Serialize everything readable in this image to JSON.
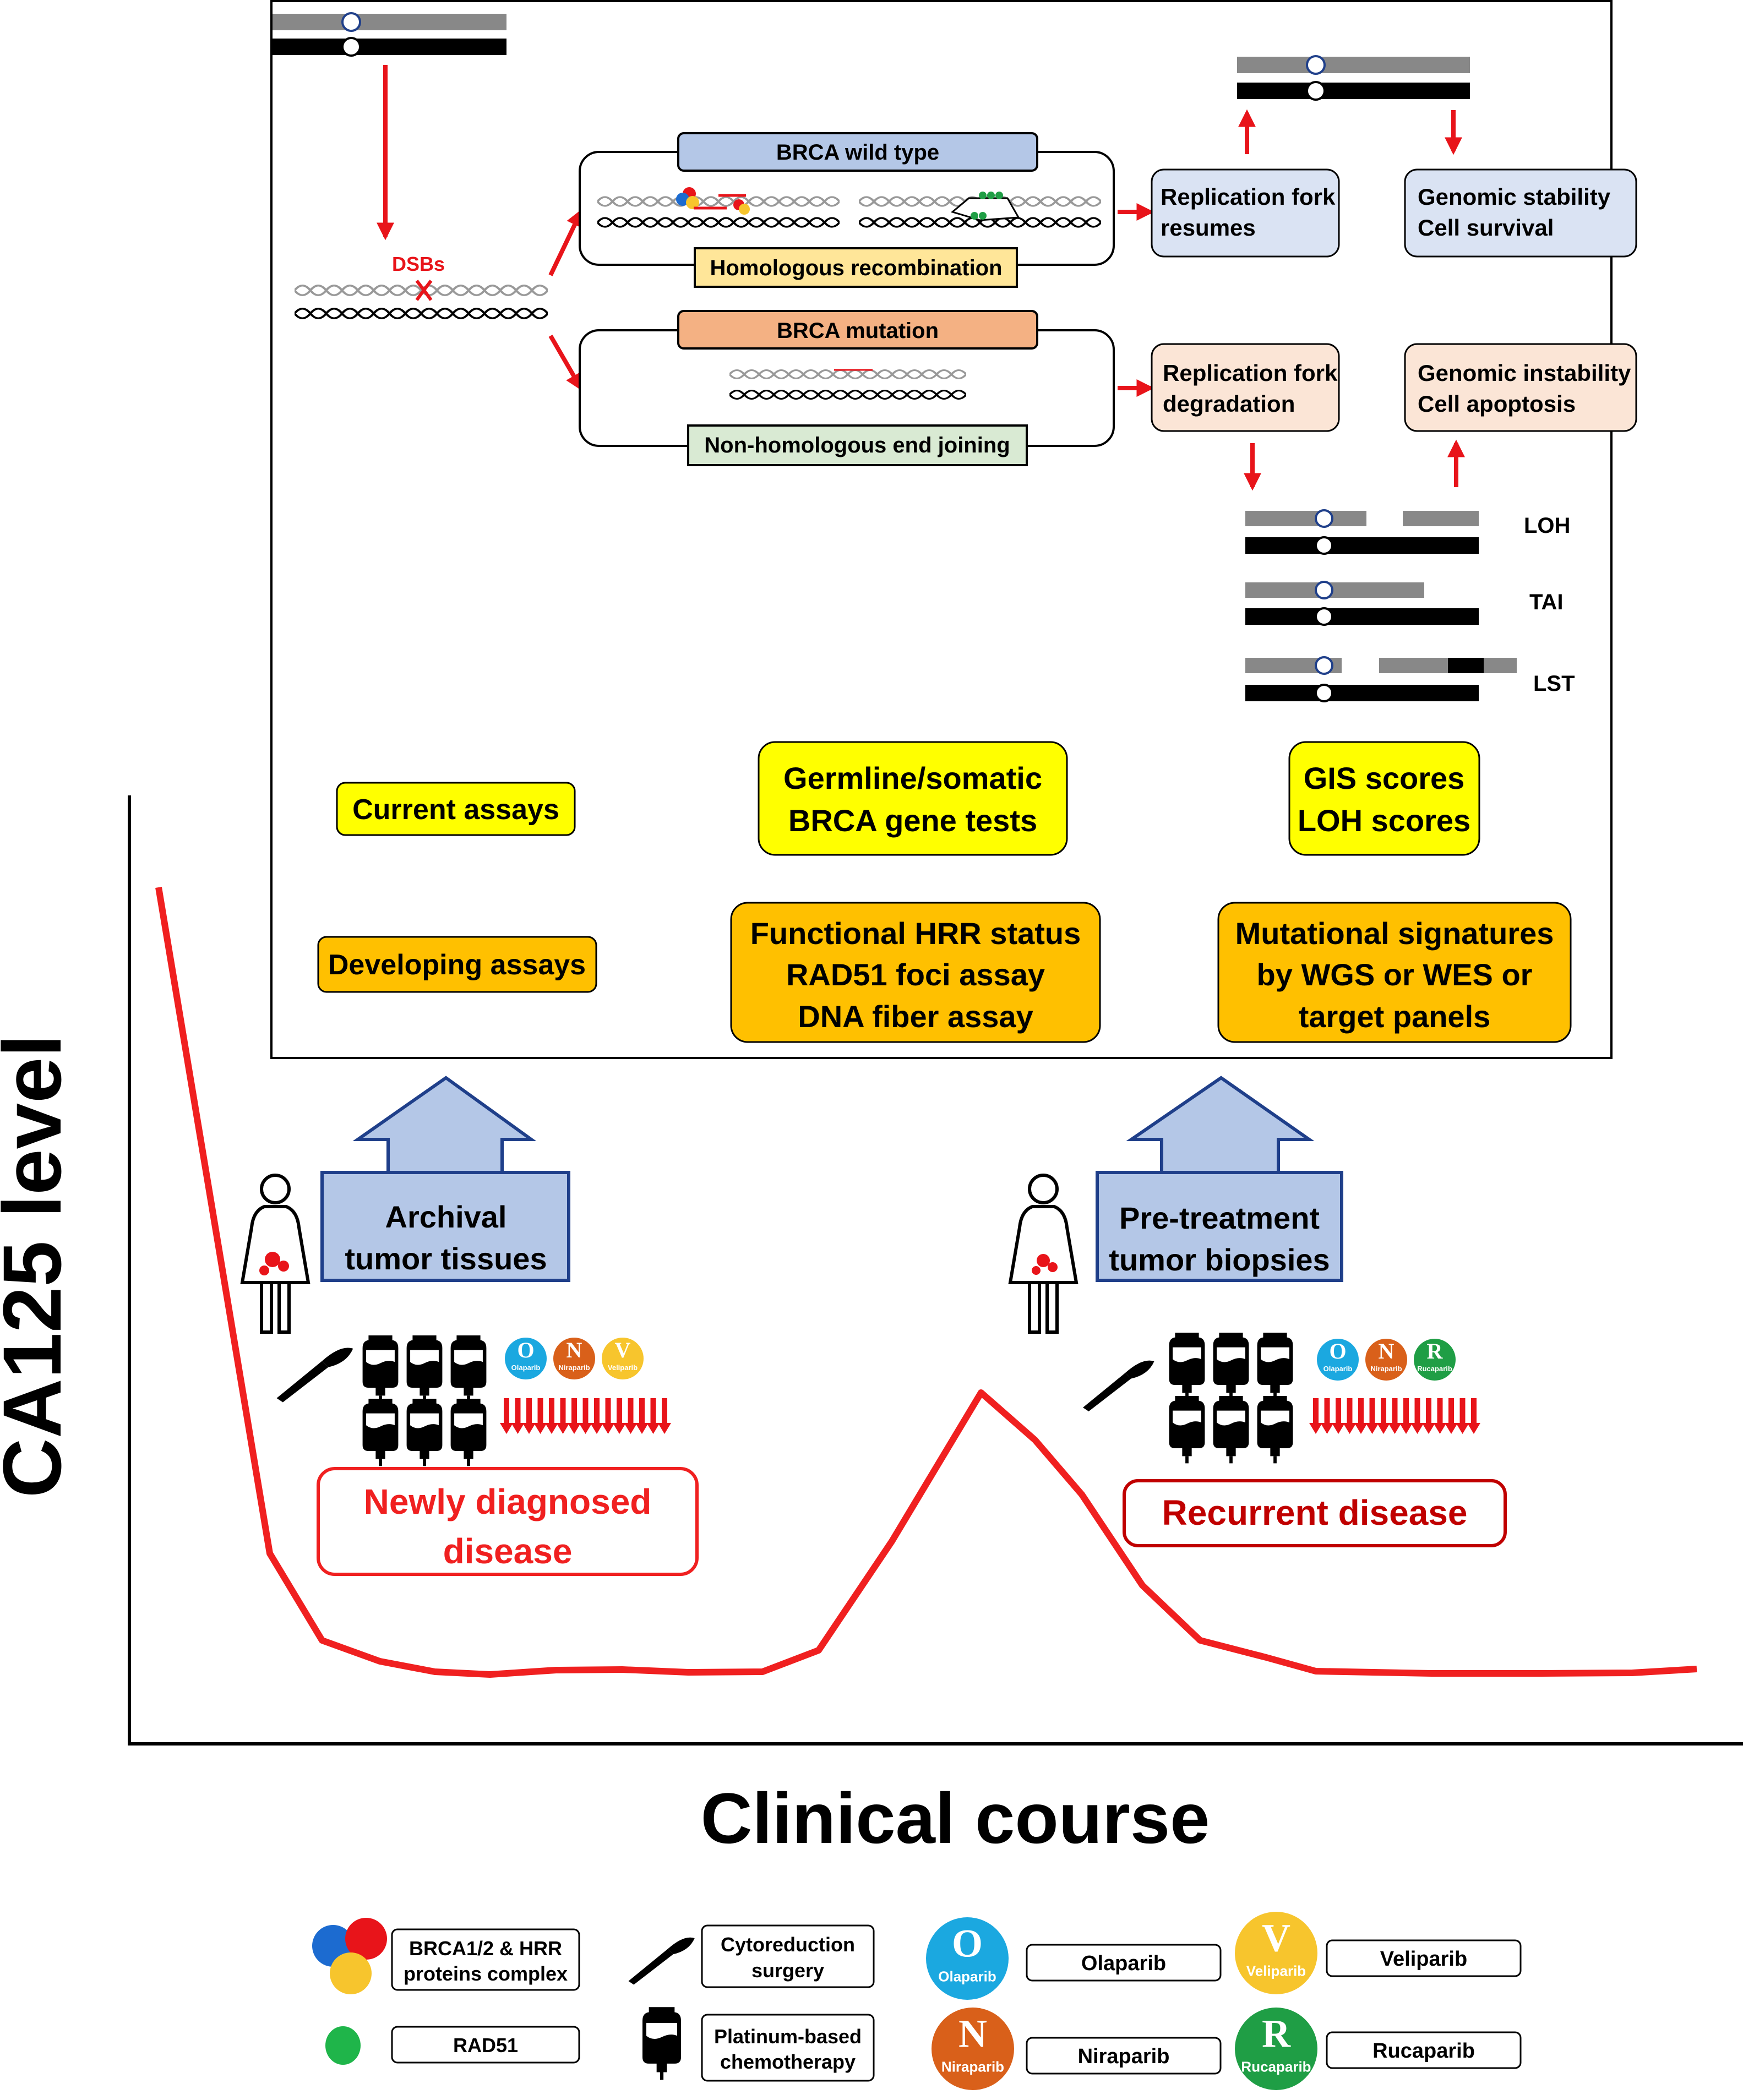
{
  "axes": {
    "ylabel": "CA125 level",
    "xlabel": "Clinical course"
  },
  "mechanism": {
    "dsb_label": "DSBs",
    "brca_wt": "BRCA wild type",
    "hr": "Homologous recombination",
    "brca_mut": "BRCA mutation",
    "nhej": "Non-homologous end joining",
    "fork_resumes": [
      "Replication fork",
      "resumes"
    ],
    "fork_degradation": [
      "Replication fork",
      "degradation"
    ],
    "stability": [
      "Genomic stability",
      "Cell survival"
    ],
    "instability": [
      "Genomic instability",
      "Cell apoptosis"
    ],
    "loh": "LOH",
    "tai": "TAI",
    "lst": "LST"
  },
  "assays": {
    "current_label": "Current assays",
    "current_brca": [
      "Germline/somatic",
      "BRCA gene tests"
    ],
    "current_scores": [
      "GIS scores",
      "LOH scores"
    ],
    "developing_label": "Developing assays",
    "developing_functional": [
      "Functional HRR status",
      "RAD51 foci assay",
      "DNA fiber assay"
    ],
    "developing_signatures": [
      "Mutational signatures",
      "by WGS or WES or",
      "target panels"
    ]
  },
  "timeline": {
    "archival": [
      "Archival",
      "tumor tissues"
    ],
    "pretreatment": [
      "Pre-treatment",
      "tumor biopsies"
    ],
    "newly_diagnosed": [
      "Newly diagnosed",
      "disease"
    ],
    "recurrent": "Recurrent disease",
    "drug_badges_1": [
      {
        "letter": "O",
        "name": "Olaparib",
        "color": "#1ba8e0"
      },
      {
        "letter": "N",
        "name": "Niraparib",
        "color": "#d9601a"
      },
      {
        "letter": "V",
        "name": "Veliparib",
        "color": "#f7c52d"
      }
    ],
    "drug_badges_2": [
      {
        "letter": "O",
        "name": "Olaparib",
        "color": "#1ba8e0"
      },
      {
        "letter": "N",
        "name": "Niraparib",
        "color": "#d9601a"
      },
      {
        "letter": "R",
        "name": "Rucaparib",
        "color": "#1f9e45"
      }
    ]
  },
  "legend": {
    "brca_complex": [
      "BRCA1/2 & HRR",
      "proteins complex"
    ],
    "rad51": "RAD51",
    "surgery": [
      "Cytoreduction",
      "surgery"
    ],
    "chemo": [
      "Platinum-based",
      "chemotherapy"
    ],
    "olaparib": {
      "letter": "O",
      "name": "Olaparib",
      "color": "#1ba8e0"
    },
    "niraparib": {
      "letter": "N",
      "name": "Niraparib",
      "color": "#d9601a"
    },
    "veliparib": {
      "letter": "V",
      "name": "Veliparib",
      "color": "#f7c52d"
    },
    "rucaparib": {
      "letter": "R",
      "name": "Rucaparib",
      "color": "#1f9e45"
    }
  },
  "colors": {
    "curve": "#f02020",
    "arrow": "#e8141a",
    "blue_box": "#b4c7e7",
    "yellow_box": "#ffff00",
    "orange_box": "#ffc000",
    "light_blue": "#dae3f3",
    "light_orange": "#fbe5d6",
    "hr_fill": "#ffe699",
    "nhej_fill": "#d9ead3",
    "brca_mut_fill": "#f4b183",
    "brca_wt_fill": "#b4c7e7"
  }
}
